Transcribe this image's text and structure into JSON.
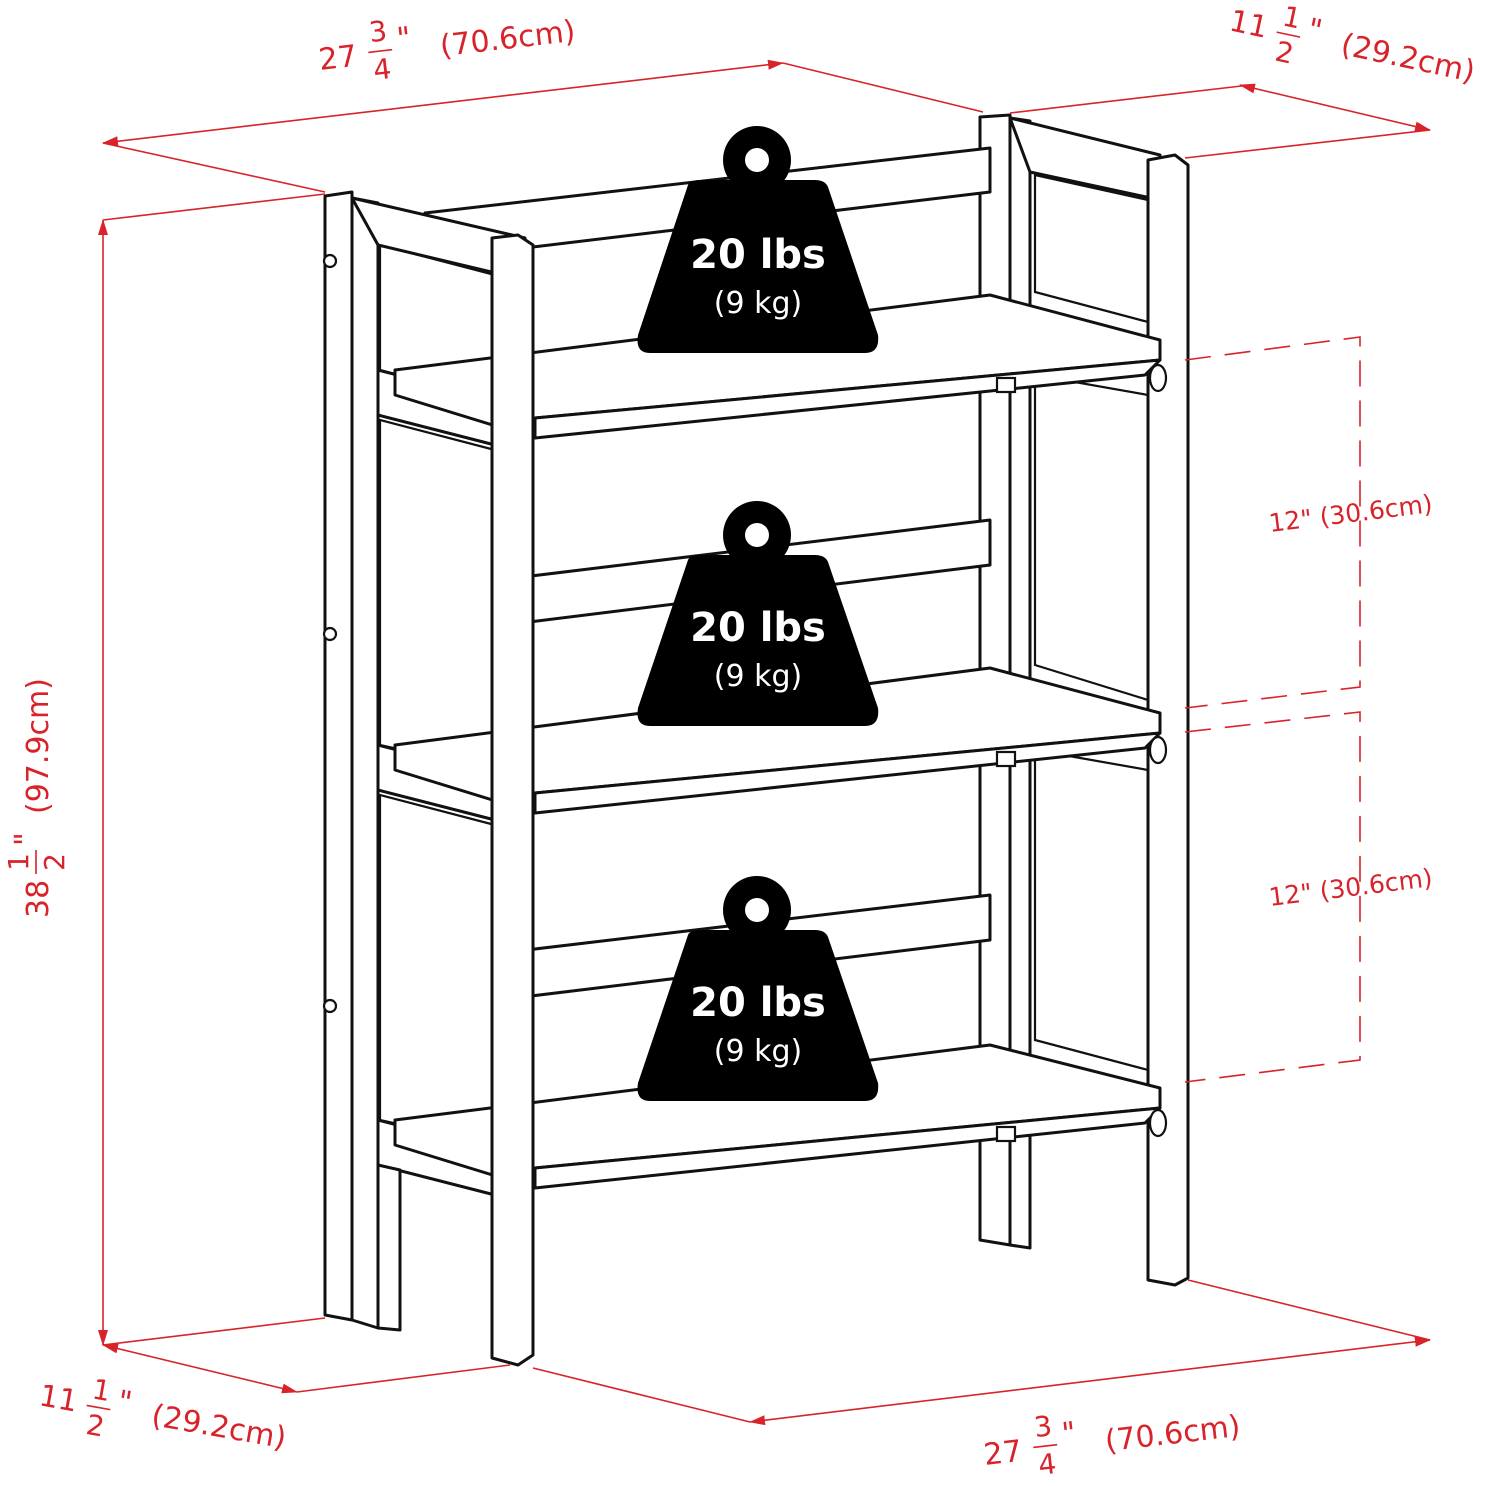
{
  "dimensions": {
    "top_width": {
      "whole": "27",
      "num": "3",
      "den": "4",
      "inch_mark": "\"",
      "metric": "(70.6cm)"
    },
    "top_depth": {
      "whole": "11",
      "num": "1",
      "den": "2",
      "inch_mark": "\"",
      "metric": "(29.2cm)"
    },
    "height": {
      "whole": "38",
      "num": "1",
      "den": "2",
      "inch_mark": "\"",
      "metric": "(97.9cm)"
    },
    "bottom_depth": {
      "whole": "11",
      "num": "1",
      "den": "2",
      "inch_mark": "\"",
      "metric": "(29.2cm)"
    },
    "bottom_width": {
      "whole": "27",
      "num": "3",
      "den": "4",
      "inch_mark": "\"",
      "metric": "(70.6cm)"
    },
    "shelf_spacing_upper": "12\" (30.6cm)",
    "shelf_spacing_lower": "12\" (30.6cm)"
  },
  "weights": [
    {
      "lbs": "20 lbs",
      "kg": "(9 kg)"
    },
    {
      "lbs": "20 lbs",
      "kg": "(9 kg)"
    },
    {
      "lbs": "20 lbs",
      "kg": "(9 kg)"
    }
  ],
  "colors": {
    "dimension": "#d8232a",
    "weight_fill": "#000000",
    "outline": "#111111"
  },
  "icons": [
    "weight-icon",
    "dimension-arrow",
    "dashed-guide"
  ]
}
